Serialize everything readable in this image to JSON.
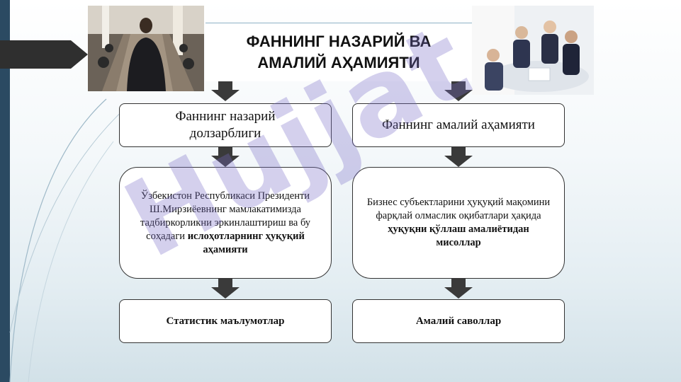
{
  "title": "ФАННИНГ НАЗАРИЙ ВА АМАЛИЙ АҲАМИЯТИ",
  "left_column": {
    "heading": "Фаннинг назарий долзарблиги",
    "body_regular": "Ўзбекистон Республикаси Президенти Ш.Мирзиёевнинг мамлакатимизда тадбиркорликни эркинлаштириш ва бу соҳадаги",
    "body_bold": "ислоҳотларнинг ҳуқуқий аҳамияти",
    "bottom": "Статистик маълумотлар"
  },
  "right_column": {
    "heading": "Фаннинг амалий аҳамияти",
    "body_regular": "Бизнес субъектларини ҳуқуқий мақомини фарқлай олмаслик оқибатлари ҳақида",
    "body_bold": "ҳуқуқни қўллаш амалиётидан мисоллар",
    "bottom": "Амалий саволлар"
  },
  "watermark": "Hujjat",
  "colors": {
    "accent": "#2b4a62",
    "arrow": "#3a3a3a",
    "watermark": "#7a6ec8"
  }
}
